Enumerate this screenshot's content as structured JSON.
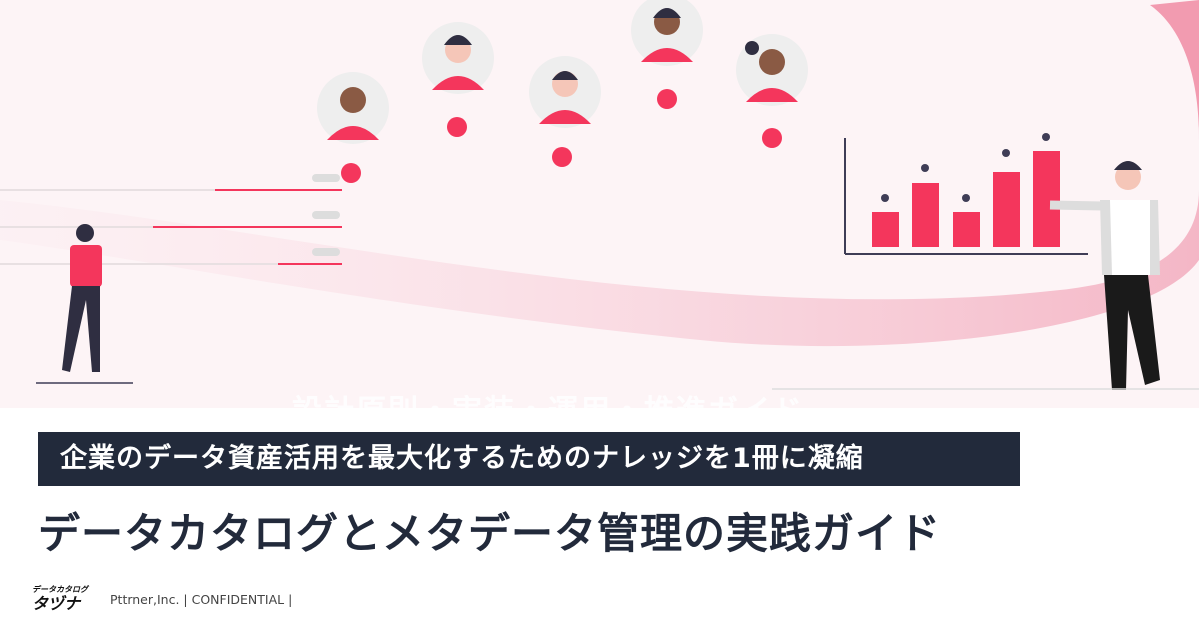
{
  "hero": {
    "ghost_text": "設計原則・実装・運用・推進ガイド",
    "accent": "#f4365c",
    "dark": "#222a3b"
  },
  "subtitle": "企業のデータ資産活用を最大化するためのナレッジを1冊に凝縮",
  "title": "データカタログとメタデータ管理の実践ガイド",
  "logo": {
    "line1": "データカタログ",
    "line2": "タヅナ"
  },
  "footer": "Pttrner,Inc. | CONFIDENTIAL |"
}
